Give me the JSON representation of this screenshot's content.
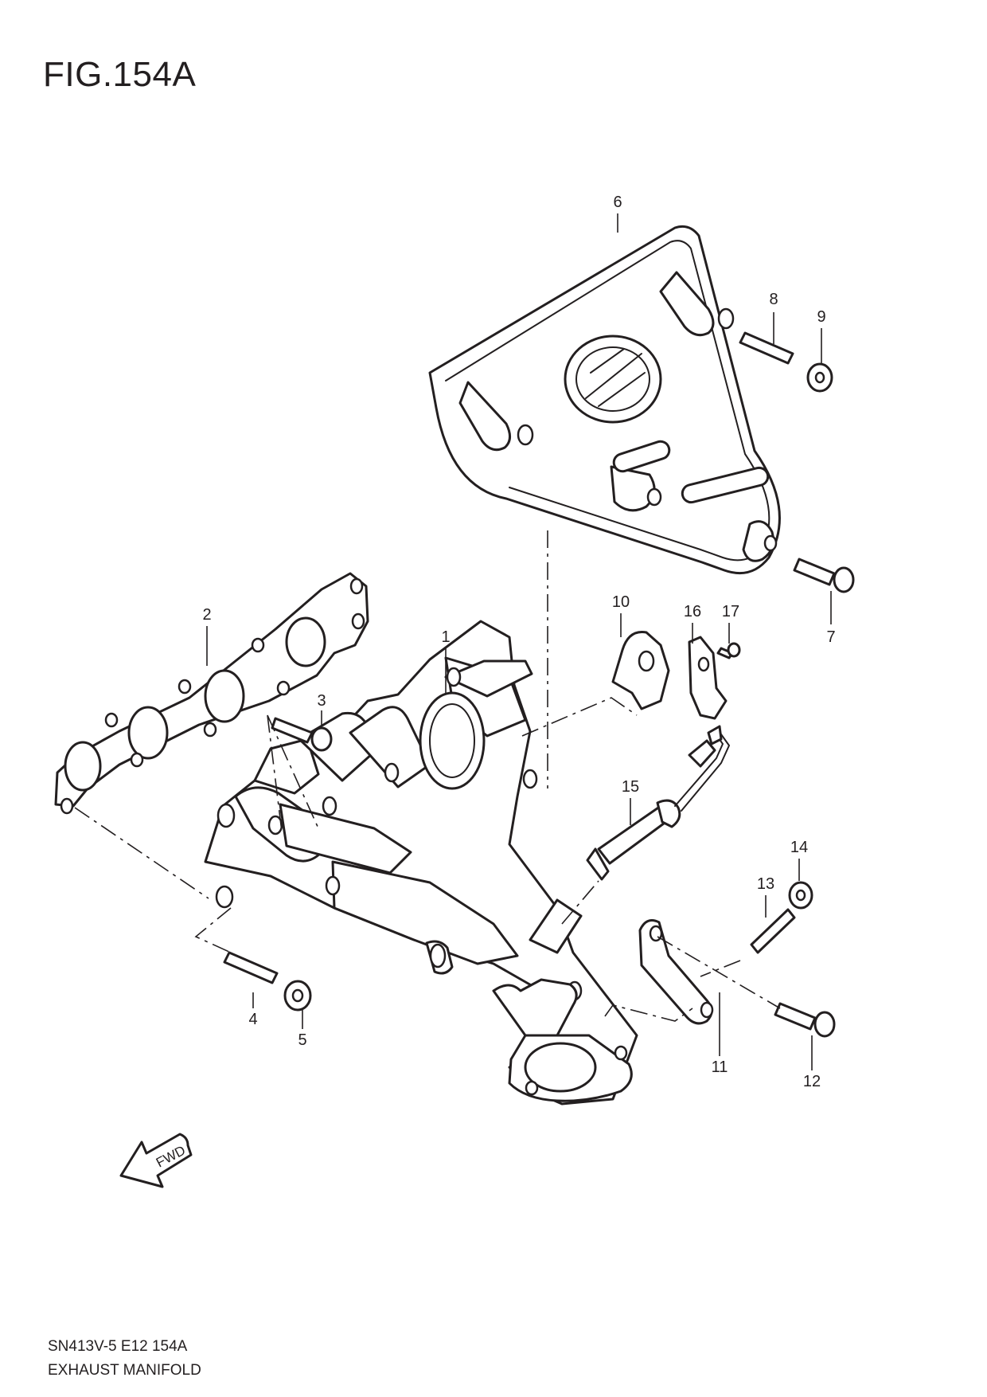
{
  "figure_title": "FIG.154A",
  "arrow_label": "FWD",
  "callouts": [
    "1",
    "2",
    "3",
    "4",
    "5",
    "6",
    "7",
    "8",
    "9",
    "10",
    "11",
    "12",
    "13",
    "14",
    "15",
    "16",
    "17"
  ],
  "footer": {
    "code": "SN413V-5 E12 154A",
    "name": "EXHAUST MANIFOLD"
  },
  "colors": {
    "line": "#231f20",
    "background": "#ffffff"
  }
}
